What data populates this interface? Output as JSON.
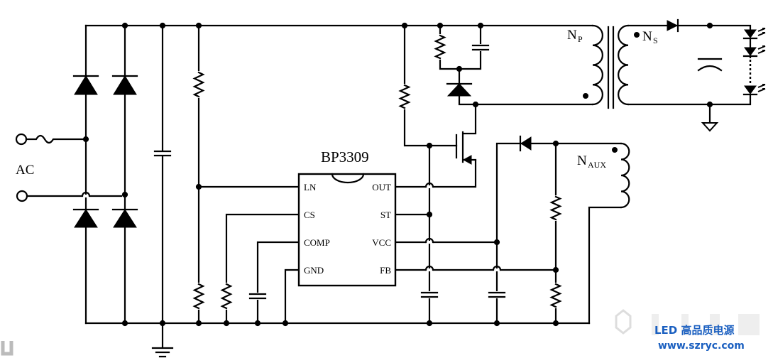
{
  "labels": {
    "ac": "AC",
    "ic_name": "BP3309",
    "np_main": "N",
    "np_sub": "P",
    "ns_main": "N",
    "ns_sub": "S",
    "naux_main": "N",
    "naux_sub": "AUX"
  },
  "ic_pins": {
    "left": [
      "LN",
      "CS",
      "COMP",
      "GND"
    ],
    "right": [
      "OUT",
      "ST",
      "VCC",
      "FB"
    ]
  },
  "watermark": {
    "line1": "LED 高品质电源",
    "line2": "www.szryc.com",
    "color": "#1a5fc0"
  }
}
